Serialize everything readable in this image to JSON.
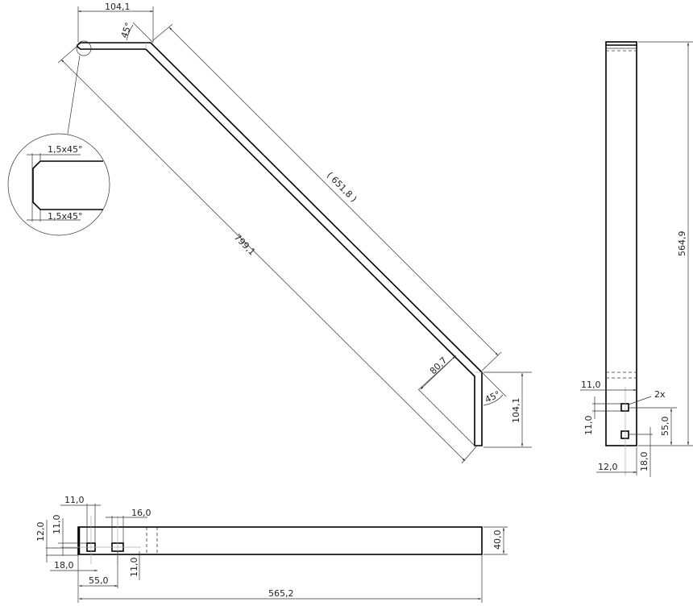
{
  "front_view": {
    "top_length": "104,1",
    "top_angle": "45°",
    "diagonal_length": "( 651,8 )",
    "overall_length": "799,1",
    "bottom_offset": "80,7",
    "bottom_angle": "45°",
    "bottom_length": "104,1"
  },
  "detail": {
    "chamfer_top": "1,5x45°",
    "chamfer_bottom": "1,5x45°"
  },
  "side_view": {
    "height": "564,9",
    "hole_width": "11,0",
    "hole_height": "11,0",
    "hole_count": "2x",
    "hole_spacing": "55,0",
    "edge_offset_x": "12,0",
    "edge_offset_y": "18,0"
  },
  "flat_view": {
    "hole_width": "11,0",
    "slot_width": "16,0",
    "edge_offset_y": "12,0",
    "hole_height": "11,0",
    "edge_offset_x": "18,0",
    "hole_spacing": "55,0",
    "slot_height": "11,0",
    "width": "40,0",
    "length": "565,2"
  }
}
